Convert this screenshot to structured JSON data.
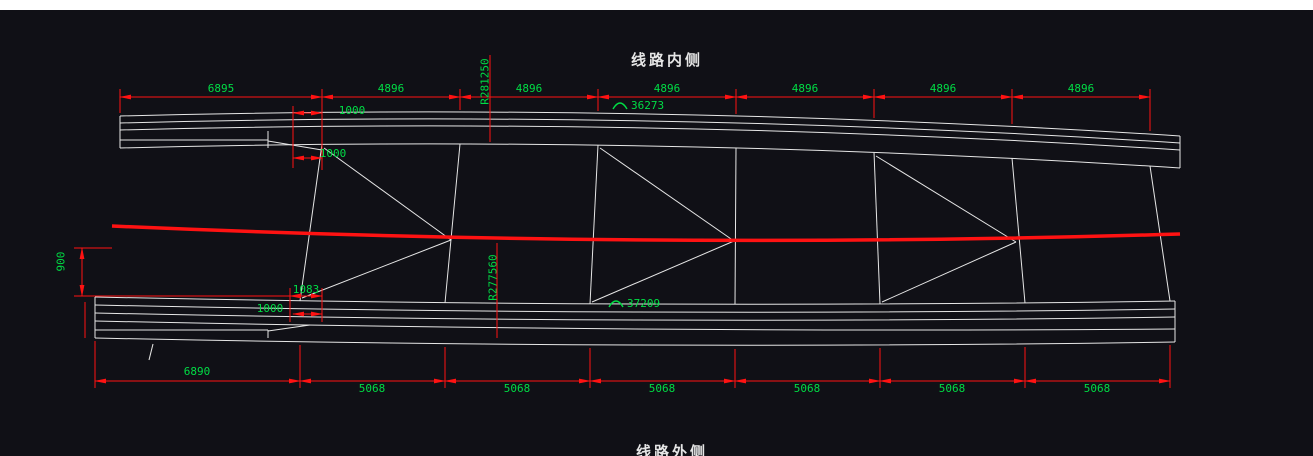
{
  "colors": {
    "background": "#101016",
    "top_strip": "#ffffff",
    "line": "#e6e6e6",
    "dimension": "#ff1212",
    "text_green": "#00dd45",
    "title": "#e6e6e6"
  },
  "titles": {
    "inner_side": "线路内侧",
    "outer_side": "线路外侧"
  },
  "dimensions": {
    "top_chain": [
      "6895",
      "4896",
      "4896",
      "4896",
      "4896",
      "4896",
      "4896"
    ],
    "bottom_chain": [
      "6890",
      "5068",
      "5068",
      "5068",
      "5068",
      "5068",
      "5068"
    ],
    "top_offsets": [
      "1000",
      "1000"
    ],
    "bottom_offsets": [
      "1083",
      "1000"
    ],
    "left_vertical": "900",
    "inner_radius": "R281250",
    "outer_radius": "R277560",
    "inner_arc_length": "36273",
    "outer_arc_length": "37209"
  }
}
